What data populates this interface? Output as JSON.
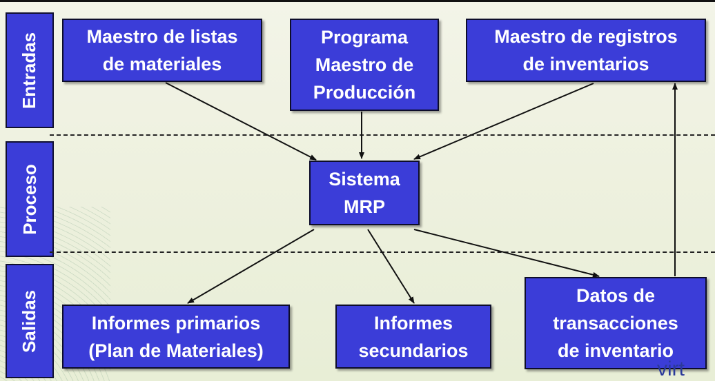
{
  "stages": {
    "inputs": "Entradas",
    "process": "Proceso",
    "outputs": "Salidas"
  },
  "inputs": {
    "bom": [
      "Maestro de listas",
      "de materiales"
    ],
    "mps": [
      "Programa",
      "Maestro de",
      "Producción"
    ],
    "inventory": [
      "Maestro de registros",
      "de inventarios"
    ]
  },
  "process": {
    "mrp": [
      "Sistema",
      "MRP"
    ]
  },
  "outputs": {
    "primary": [
      "Informes primarios",
      "(Plan de Materiales)"
    ],
    "secondary": [
      "Informes",
      "secundarios"
    ],
    "transactions": [
      "Datos de",
      "transacciones",
      "de inventario"
    ]
  },
  "logo_partial": "virt",
  "colors": {
    "box_fill": "#3b3dd8",
    "text": "#ffffff",
    "background": "#eef1df"
  }
}
